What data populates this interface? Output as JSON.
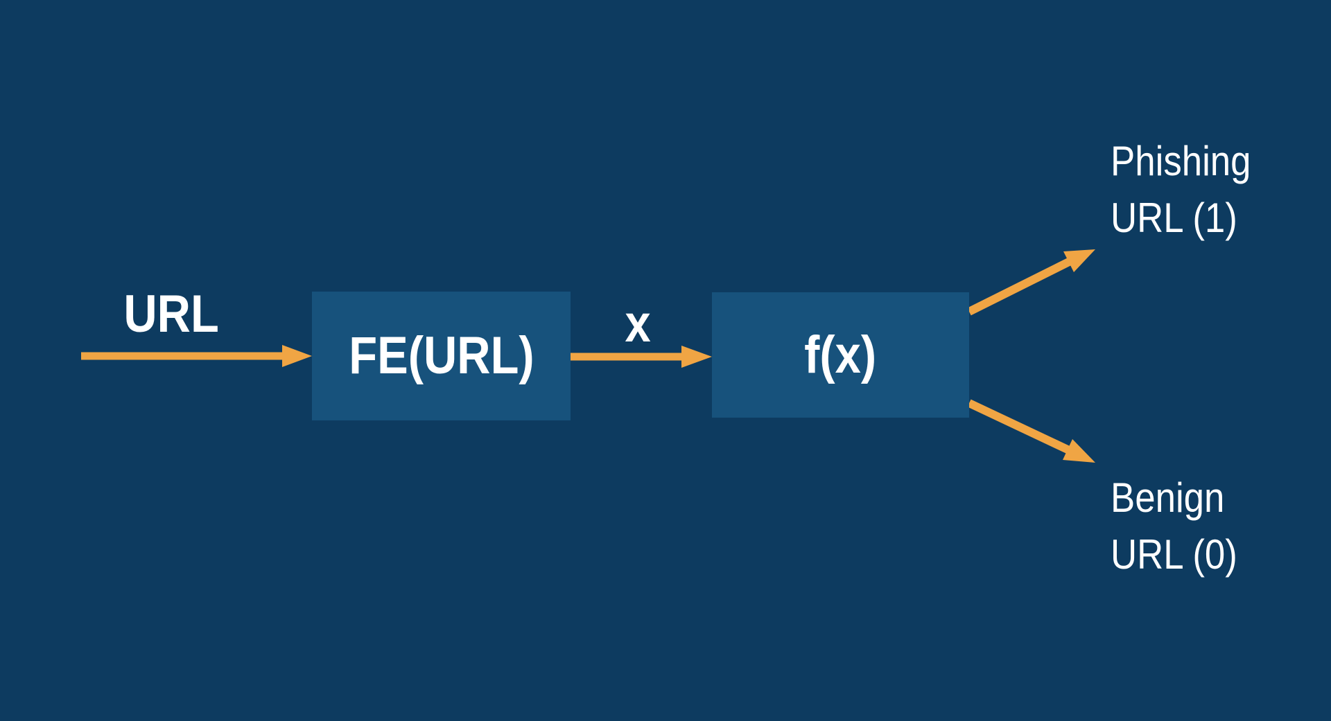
{
  "colors": {
    "background": "#0d3b60",
    "box_fill": "#17527c",
    "arrow": "#f0a544",
    "text": "#ffffff"
  },
  "diagram": {
    "input_label": "URL",
    "feature_box_label": "FE(URL)",
    "vector_label": "x",
    "model_box_label": "f(x)",
    "output_top": {
      "line1": "Phishing",
      "line2": "URL (1)"
    },
    "output_bottom": {
      "line1": "Benign",
      "line2": "URL (0)"
    }
  }
}
